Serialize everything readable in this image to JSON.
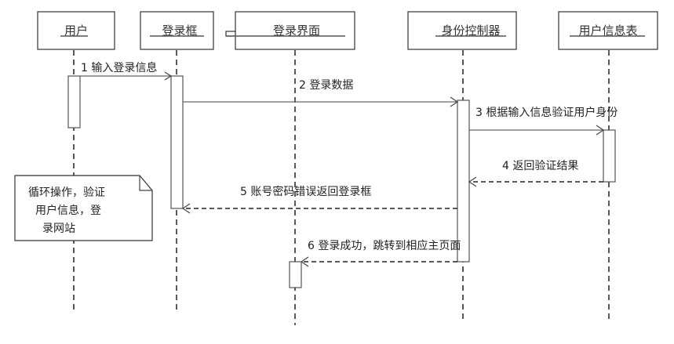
{
  "participants": [
    {
      "name": "用户"
    },
    {
      "name": "登录框"
    },
    {
      "name": "登录界面"
    },
    {
      "name": "身份控制器"
    },
    {
      "name": "用户信息表"
    }
  ],
  "messages": [
    {
      "label": "1 输入登录信息",
      "from": "用户",
      "to": "登录框",
      "type": "sync"
    },
    {
      "label": "2 登录数据",
      "from": "登录框",
      "to": "身份控制器",
      "type": "sync"
    },
    {
      "label": "3 根据输入信息验证用户身份",
      "from": "身份控制器",
      "to": "用户信息表",
      "type": "sync"
    },
    {
      "label": "4 返回验证结果",
      "from": "用户信息表",
      "to": "身份控制器",
      "type": "return"
    },
    {
      "label": "5 账号密码错误返回登录框",
      "from": "身份控制器",
      "to": "登录框",
      "type": "return"
    },
    {
      "label": "6 登录成功，跳转到相应主页面",
      "from": "身份控制器",
      "to": "登录界面",
      "type": "return"
    }
  ],
  "note": {
    "lines": [
      "循环操作，验证",
      "用户信息，登",
      "录网站"
    ]
  }
}
